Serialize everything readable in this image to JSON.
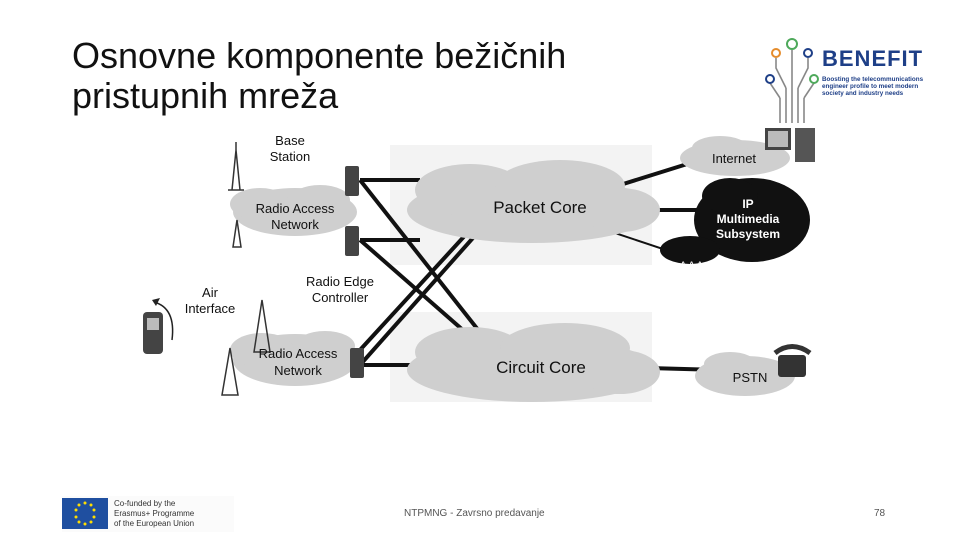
{
  "slide": {
    "title_line1": "Osnovne komponente bežičnih",
    "title_line2": "pristupnih mreža",
    "footer": "NTPMNG - Zavrsno predavanje",
    "page_number": "78"
  },
  "logo": {
    "name": "BENEFIT",
    "tagline": [
      "Boosting the telecommunications",
      "engineer profile to meet modern",
      "society and industry needs"
    ]
  },
  "eu_badge": {
    "lines": [
      "Co-funded by the",
      "Erasmus+ Programme",
      "of the European Union"
    ]
  },
  "diagram": {
    "base_station": [
      "Base",
      "Station"
    ],
    "ran_top": [
      "Radio Access",
      "Network"
    ],
    "ran_bottom": [
      "Radio Access",
      "Network"
    ],
    "rec": [
      "Radio Edge",
      "Controller"
    ],
    "air_interface": [
      "Air",
      "Interface"
    ],
    "packet_core": "Packet Core",
    "circuit_core": "Circuit Core",
    "internet": "Internet",
    "ims": [
      "IP",
      "Multimedia",
      "Subsystem"
    ],
    "aaa": "AAA",
    "pstn": "PSTN"
  },
  "colors": {
    "cloud_fill": "#cfcfcf",
    "ims_fill": "#111111",
    "logo_blue": "#1e3f87",
    "logo_orange": "#e58c2c",
    "logo_green": "#4ea95b",
    "eu_blue": "#1f4fa0",
    "eu_star": "#ffdd00"
  }
}
